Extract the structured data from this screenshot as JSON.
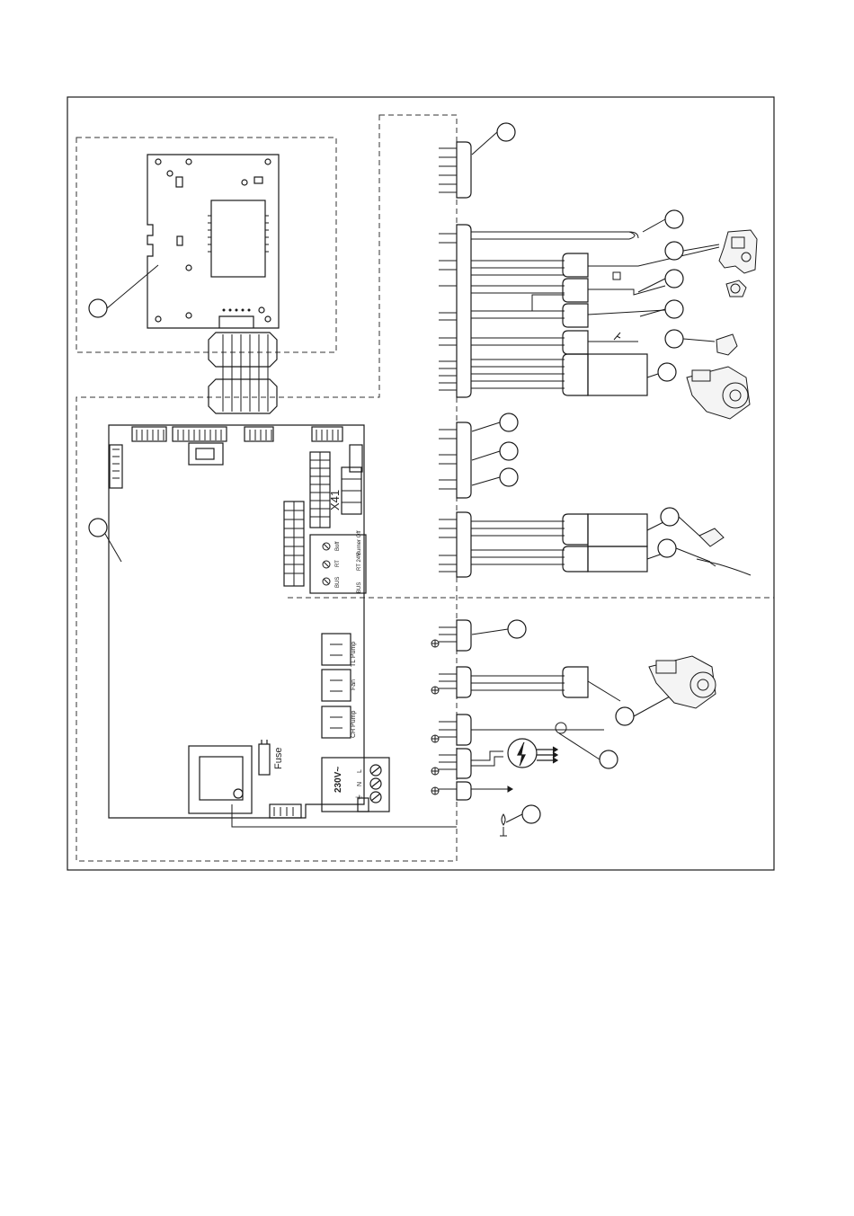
{
  "board_labels": {
    "x41": "X41",
    "fuse": "Fuse",
    "mains": "230V~",
    "tl_pump": "TL Pump",
    "fan": "Fan",
    "ch_pump": "CH Pump",
    "term_l": "L",
    "term_n": "N",
    "term_earth": "⏚",
    "bus_header": [
      "Burner Off",
      "RT 24V",
      "BUS"
    ],
    "bus_labels": [
      "Boff",
      "RT",
      "BUS"
    ]
  },
  "colors": {
    "line": "#1a1a1a",
    "dash": "#333333",
    "background": "#ffffff"
  },
  "icons": [
    "thermistor-icon",
    "gas-valve-icon",
    "thermostat-icon",
    "pressure-sensor-icon",
    "flow-sensor-icon",
    "fan-icon",
    "sensor-icon",
    "probe-icon",
    "pump-fan-icon",
    "ignition-icon",
    "flame-icon",
    "earth-icon"
  ]
}
